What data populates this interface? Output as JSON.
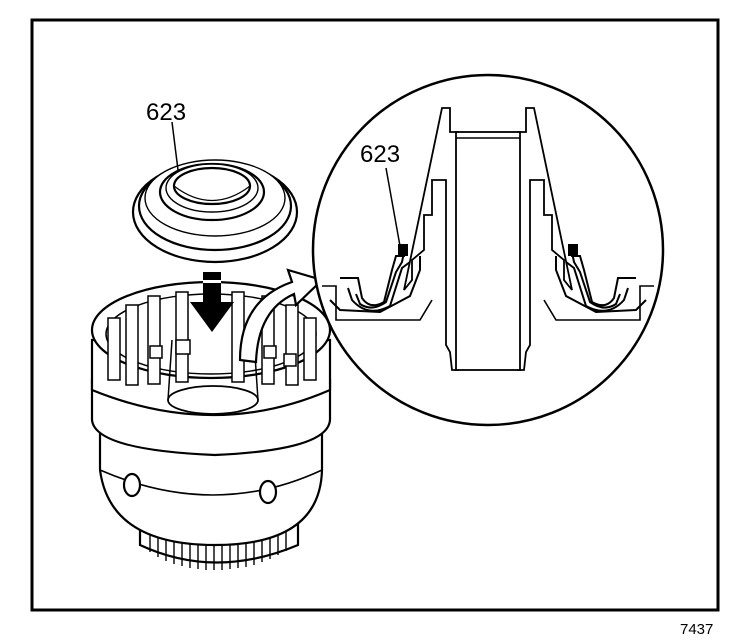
{
  "diagram": {
    "callout_main": "623",
    "callout_detail": "623",
    "figure_number": "7437"
  },
  "colors": {
    "ink": "#000000",
    "paper": "#ffffff",
    "shade": "#d8d8d8"
  }
}
